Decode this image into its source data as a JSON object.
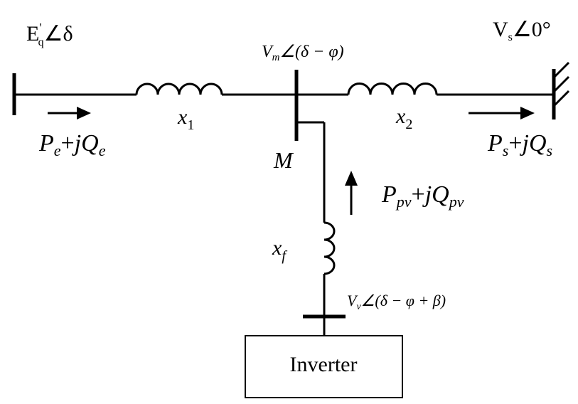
{
  "source_voltage": {
    "main": "E",
    "sup": "'",
    "sub": "q",
    "angle": "∠δ"
  },
  "infinite_bus_voltage": {
    "main": "V",
    "sub": "s",
    "angle": "∠0°"
  },
  "midpoint_voltage": {
    "main": "V",
    "sub": "m",
    "angle": "∠(δ − φ)"
  },
  "inverter_voltage": {
    "main": "V",
    "sub": "v",
    "angle": "∠(δ − φ + β)"
  },
  "reactance_1": {
    "main": "x",
    "sub": "1"
  },
  "reactance_2": {
    "main": "x",
    "sub": "2"
  },
  "reactance_f": {
    "main": "x",
    "sub": "f"
  },
  "power_e": {
    "p": "P",
    "p_sub": "e",
    "plus": "+",
    "q": "jQ",
    "q_sub": "e"
  },
  "power_s": {
    "p": "P",
    "p_sub": "s",
    "plus": "+",
    "q": "jQ",
    "q_sub": "s"
  },
  "power_pv": {
    "p": "P",
    "p_sub": "pv",
    "plus": "+",
    "q": "jQ",
    "q_sub": "pv"
  },
  "node_label": "M",
  "inverter_label": "Inverter"
}
